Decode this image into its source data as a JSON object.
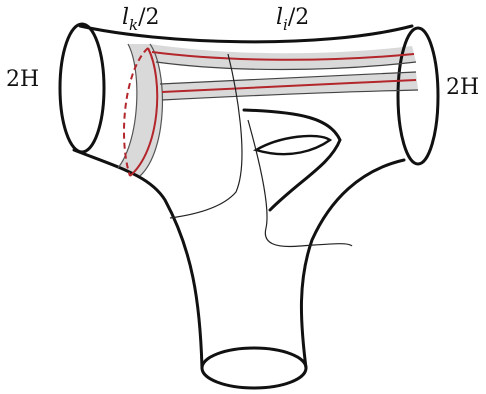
{
  "labels": {
    "left_boundary": "2H",
    "right_boundary": "2H",
    "top_left": "l_k/2",
    "top_right": "l_i/2"
  },
  "label_parts": {
    "left_boundary_text": "2H",
    "right_boundary_text": "2H",
    "top_left_main": "l",
    "top_left_sub": "k",
    "top_left_tail": "/2",
    "top_right_main": "l",
    "top_right_sub": "i",
    "top_right_tail": "/2"
  },
  "colors": {
    "outline": "#111111",
    "band_fill": "#d9d9d9",
    "red_curve": "#b3262b"
  }
}
